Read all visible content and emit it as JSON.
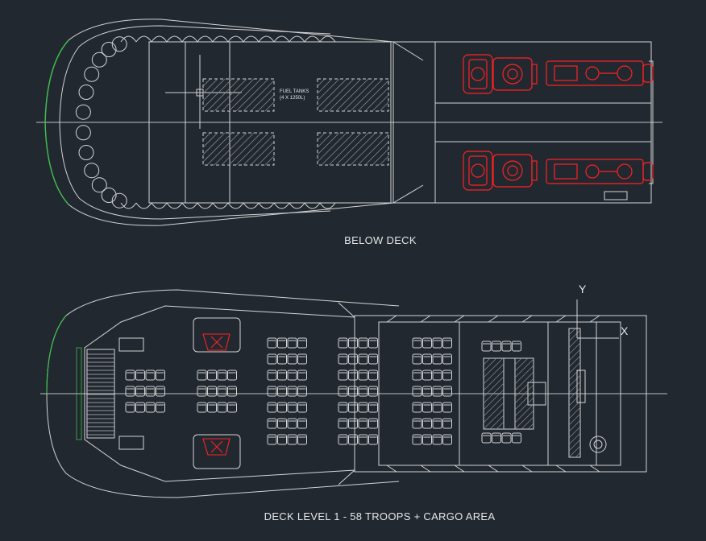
{
  "labels": {
    "below_deck": "BELOW  DECK",
    "deck_level": "DECK LEVEL 1 - 58 TROOPS + CARGO AREA",
    "fuel_tanks_line1": "FUEL TANKS",
    "fuel_tanks_line2": "(4 X 1250L)",
    "axis_y": "Y",
    "axis_x": "X"
  },
  "colors": {
    "background": "#212830",
    "line": "#d4d4d4",
    "engine": "#ff2222",
    "hull_accent": "#3fc04a",
    "hatch": "#8a8a8a"
  }
}
